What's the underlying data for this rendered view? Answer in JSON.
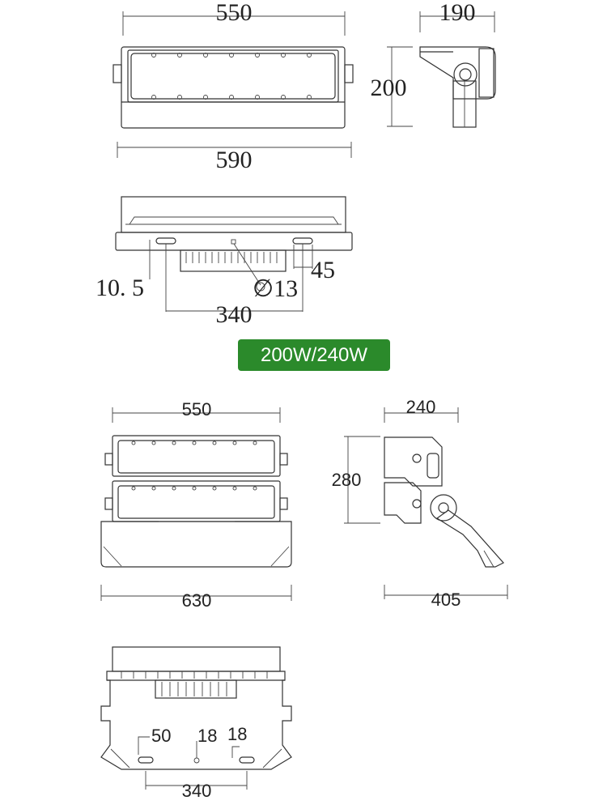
{
  "top_front": {
    "width_top": "550",
    "width_bottom": "590"
  },
  "top_side": {
    "depth": "190",
    "height": "200"
  },
  "top_back": {
    "offset": "10. 5",
    "mount_gap": "340",
    "hole": "∅13",
    "slot": "45"
  },
  "badge": "200W/240W",
  "bottom_front": {
    "width_top": "550",
    "width_bottom": "630"
  },
  "bottom_side": {
    "depth": "240",
    "height": "280",
    "reach": "405"
  },
  "bottom_back": {
    "left": "50",
    "center": "18",
    "right": "18",
    "mount_gap": "340"
  }
}
